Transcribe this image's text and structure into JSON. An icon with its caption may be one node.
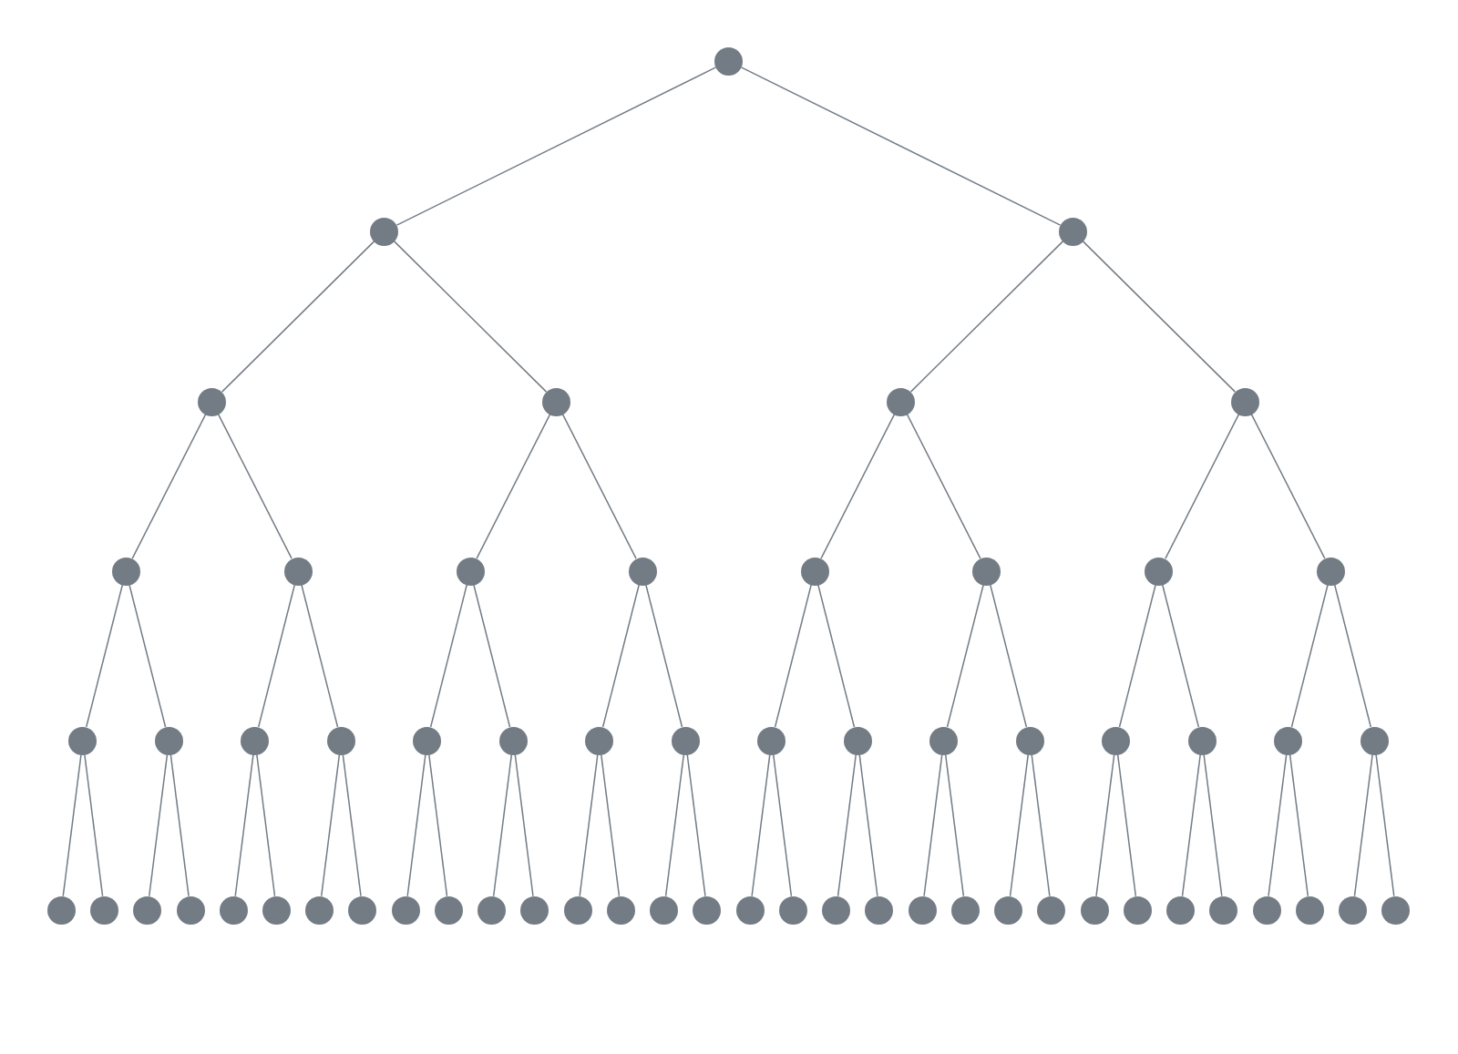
{
  "diagram": {
    "nodes": [
      {
        "text": [],
        "shape": "circle"
      },
      {
        "text": [],
        "shape": "circle"
      },
      {
        "text": [],
        "shape": "circle"
      },
      {
        "text": [],
        "shape": "circle"
      },
      {
        "text": [],
        "shape": "circle"
      },
      {
        "text": [],
        "shape": "circle"
      },
      {
        "text": [],
        "shape": "circle"
      },
      {
        "text": [],
        "shape": "circle"
      },
      {
        "text": [],
        "shape": "circle"
      },
      {
        "text": [],
        "shape": "circle"
      },
      {
        "text": [],
        "shape": "circle"
      },
      {
        "text": [],
        "shape": "circle"
      },
      {
        "text": [],
        "shape": "circle"
      },
      {
        "text": [],
        "shape": "circle"
      },
      {
        "text": [],
        "shape": "circle"
      },
      {
        "text": [],
        "shape": "circle"
      },
      {
        "text": [],
        "shape": "circle"
      },
      {
        "text": [],
        "shape": "circle"
      },
      {
        "text": [],
        "shape": "circle"
      },
      {
        "text": [],
        "shape": "circle"
      },
      {
        "text": [],
        "shape": "circle"
      },
      {
        "text": [],
        "shape": "circle"
      },
      {
        "text": [],
        "shape": "circle"
      },
      {
        "text": [],
        "shape": "circle"
      },
      {
        "text": [],
        "shape": "circle"
      },
      {
        "text": [],
        "shape": "circle"
      },
      {
        "text": [],
        "shape": "circle"
      },
      {
        "text": [],
        "shape": "circle"
      },
      {
        "text": [],
        "shape": "circle"
      },
      {
        "text": [],
        "shape": "circle"
      },
      {
        "text": [],
        "shape": "circle"
      },
      {
        "text": [],
        "shape": "circle"
      },
      {
        "text": [],
        "shape": "circle"
      },
      {
        "text": [],
        "shape": "circle"
      },
      {
        "text": [],
        "shape": "circle"
      },
      {
        "text": [],
        "shape": "circle"
      },
      {
        "text": [],
        "shape": "circle"
      },
      {
        "text": [],
        "shape": "circle"
      },
      {
        "text": [],
        "shape": "circle"
      },
      {
        "text": [],
        "shape": "circle"
      },
      {
        "text": [],
        "shape": "circle"
      },
      {
        "text": [],
        "shape": "circle"
      },
      {
        "text": [],
        "shape": "circle"
      },
      {
        "text": [],
        "shape": "circle"
      },
      {
        "text": [],
        "shape": "circle"
      },
      {
        "text": [],
        "shape": "circle"
      },
      {
        "text": [],
        "shape": "circle"
      },
      {
        "text": [],
        "shape": "circle"
      },
      {
        "text": [],
        "shape": "circle"
      },
      {
        "text": [],
        "shape": "circle"
      },
      {
        "text": [],
        "shape": "circle"
      },
      {
        "text": [],
        "shape": "circle"
      },
      {
        "text": [],
        "shape": "circle"
      },
      {
        "text": [],
        "shape": "circle"
      },
      {
        "text": [],
        "shape": "circle"
      },
      {
        "text": [],
        "shape": "circle"
      },
      {
        "text": [],
        "shape": "circle"
      },
      {
        "text": [],
        "shape": "circle"
      },
      {
        "text": [],
        "shape": "circle"
      },
      {
        "text": [],
        "shape": "circle"
      },
      {
        "text": [],
        "shape": "circle"
      },
      {
        "text": [],
        "shape": "circle"
      },
      {
        "text": [],
        "shape": "circle"
      }
    ],
    "edges": [
      {
        "from": 0,
        "to": 1,
        "arrow": "none"
      },
      {
        "from": 0,
        "to": 2,
        "arrow": "none"
      },
      {
        "from": 1,
        "to": 3,
        "arrow": "none"
      },
      {
        "from": 1,
        "to": 4,
        "arrow": "none"
      },
      {
        "from": 2,
        "to": 5,
        "arrow": "none"
      },
      {
        "from": 2,
        "to": 6,
        "arrow": "none"
      },
      {
        "from": 3,
        "to": 7,
        "arrow": "none"
      },
      {
        "from": 3,
        "to": 8,
        "arrow": "none"
      },
      {
        "from": 4,
        "to": 9,
        "arrow": "none"
      },
      {
        "from": 4,
        "to": 10,
        "arrow": "none"
      },
      {
        "from": 5,
        "to": 11,
        "arrow": "none"
      },
      {
        "from": 5,
        "to": 12,
        "arrow": "none"
      },
      {
        "from": 6,
        "to": 13,
        "arrow": "none"
      },
      {
        "from": 6,
        "to": 14,
        "arrow": "none"
      },
      {
        "from": 7,
        "to": 15,
        "arrow": "none"
      },
      {
        "from": 7,
        "to": 16,
        "arrow": "none"
      },
      {
        "from": 8,
        "to": 17,
        "arrow": "none"
      },
      {
        "from": 8,
        "to": 18,
        "arrow": "none"
      },
      {
        "from": 9,
        "to": 19,
        "arrow": "none"
      },
      {
        "from": 9,
        "to": 20,
        "arrow": "none"
      },
      {
        "from": 10,
        "to": 21,
        "arrow": "none"
      },
      {
        "from": 10,
        "to": 22,
        "arrow": "none"
      },
      {
        "from": 11,
        "to": 23,
        "arrow": "none"
      },
      {
        "from": 11,
        "to": 24,
        "arrow": "none"
      },
      {
        "from": 12,
        "to": 25,
        "arrow": "none"
      },
      {
        "from": 12,
        "to": 26,
        "arrow": "none"
      },
      {
        "from": 13,
        "to": 27,
        "arrow": "none"
      },
      {
        "from": 13,
        "to": 28,
        "arrow": "none"
      },
      {
        "from": 14,
        "to": 29,
        "arrow": "none"
      },
      {
        "from": 14,
        "to": 30,
        "arrow": "none"
      },
      {
        "from": 15,
        "to": 31,
        "arrow": "none"
      },
      {
        "from": 15,
        "to": 32,
        "arrow": "none"
      },
      {
        "from": 16,
        "to": 33,
        "arrow": "none"
      },
      {
        "from": 16,
        "to": 34,
        "arrow": "none"
      },
      {
        "from": 17,
        "to": 35,
        "arrow": "none"
      },
      {
        "from": 17,
        "to": 36,
        "arrow": "none"
      },
      {
        "from": 18,
        "to": 37,
        "arrow": "none"
      },
      {
        "from": 18,
        "to": 38,
        "arrow": "none"
      },
      {
        "from": 19,
        "to": 39,
        "arrow": "none"
      },
      {
        "from": 19,
        "to": 40,
        "arrow": "none"
      },
      {
        "from": 20,
        "to": 41,
        "arrow": "none"
      },
      {
        "from": 20,
        "to": 42,
        "arrow": "none"
      },
      {
        "from": 21,
        "to": 43,
        "arrow": "none"
      },
      {
        "from": 21,
        "to": 44,
        "arrow": "none"
      },
      {
        "from": 22,
        "to": 45,
        "arrow": "none"
      },
      {
        "from": 22,
        "to": 46,
        "arrow": "none"
      },
      {
        "from": 23,
        "to": 47,
        "arrow": "none"
      },
      {
        "from": 23,
        "to": 48,
        "arrow": "none"
      },
      {
        "from": 24,
        "to": 49,
        "arrow": "none"
      },
      {
        "from": 24,
        "to": 50,
        "arrow": "none"
      },
      {
        "from": 25,
        "to": 51,
        "arrow": "none"
      },
      {
        "from": 25,
        "to": 52,
        "arrow": "none"
      },
      {
        "from": 26,
        "to": 53,
        "arrow": "none"
      },
      {
        "from": 26,
        "to": 54,
        "arrow": "none"
      },
      {
        "from": 27,
        "to": 55,
        "arrow": "none"
      },
      {
        "from": 27,
        "to": 56,
        "arrow": "none"
      },
      {
        "from": 28,
        "to": 57,
        "arrow": "none"
      },
      {
        "from": 28,
        "to": 58,
        "arrow": "none"
      },
      {
        "from": 29,
        "to": 59,
        "arrow": "none"
      },
      {
        "from": 29,
        "to": 60,
        "arrow": "none"
      },
      {
        "from": 30,
        "to": 61,
        "arrow": "none"
      },
      {
        "from": 30,
        "to": 62,
        "arrow": "none"
      }
    ]
  }
}
